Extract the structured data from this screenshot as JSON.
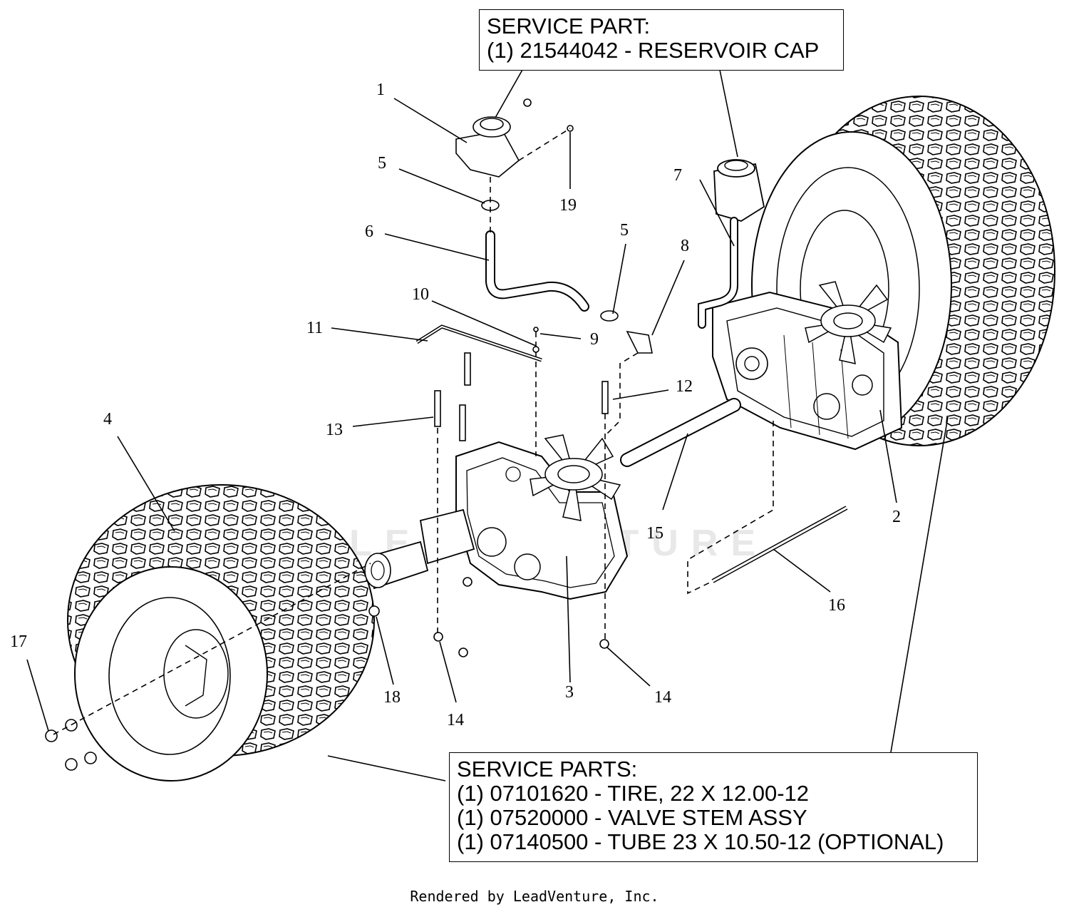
{
  "callouts": {
    "service_part": {
      "heading": "SERVICE PART:",
      "lines": [
        "(1) 21544042 - RESERVOIR CAP"
      ]
    },
    "service_parts": {
      "heading": "SERVICE PARTS:",
      "lines": [
        "(1) 07101620 - TIRE, 22 X 12.00-12",
        "(1) 07520000 - VALVE STEM ASSY",
        "(1) 07140500 - TUBE 23 X 10.50-12 (OPTIONAL)"
      ]
    }
  },
  "part_labels": [
    "1",
    "2",
    "3",
    "4",
    "5",
    "5",
    "6",
    "7",
    "8",
    "9",
    "10",
    "11",
    "12",
    "13",
    "14",
    "14",
    "15",
    "16",
    "17",
    "18",
    "19"
  ],
  "footer": "Rendered by LeadVenture, Inc.",
  "watermark": "LEADVENTURE"
}
